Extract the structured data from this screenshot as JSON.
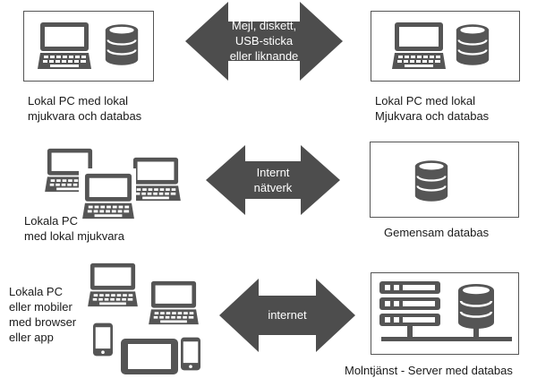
{
  "rows": [
    {
      "left_label": "Lokal PC med lokal\nmjukvara och databas",
      "arrow_text": "Mejl, diskett,\nUSB-sticka\neller liknande",
      "right_label": "Lokal PC med lokal\nMjukvara och databas"
    },
    {
      "left_label": "Lokala PC\nmed lokal mjukvara",
      "arrow_text": "Internt\nnätverk",
      "right_label": "Gemensam databas"
    },
    {
      "left_label": "Lokala PC\neller mobiler\nmed browser\neller app",
      "arrow_text": "internet",
      "right_label": "Molntjänst - Server med databas"
    }
  ],
  "colors": {
    "icon": "#555555",
    "arrow": "#4d4d4d",
    "frame": "#555555"
  },
  "icons": [
    "laptop-icon",
    "database-icon",
    "tablet-icon",
    "phone-icon",
    "server-rack-icon"
  ]
}
